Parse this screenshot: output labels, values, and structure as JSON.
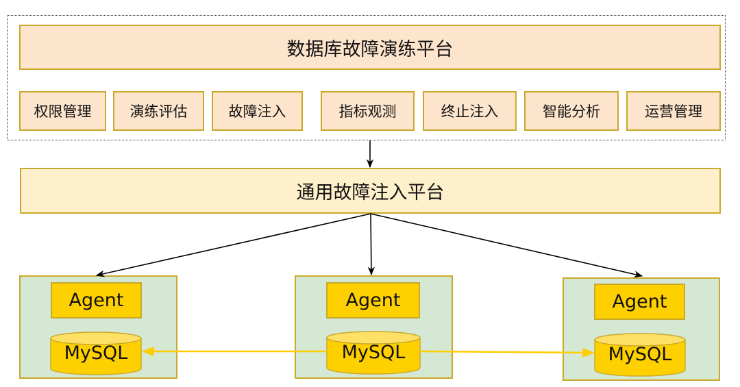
{
  "platform": {
    "title": "数据库故障演练平台",
    "modules": [
      {
        "label": "权限管理"
      },
      {
        "label": "演练评估"
      },
      {
        "label": "故障注入"
      },
      {
        "label": "指标观测"
      },
      {
        "label": "终止注入"
      },
      {
        "label": "智能分析"
      },
      {
        "label": "运营管理"
      }
    ]
  },
  "injection_platform": {
    "title": "通用故障注入平台"
  },
  "nodes": [
    {
      "agent_label": "Agent",
      "db_label": "MySQL"
    },
    {
      "agent_label": "Agent",
      "db_label": "MySQL"
    },
    {
      "agent_label": "Agent",
      "db_label": "MySQL"
    }
  ],
  "colors": {
    "module_fill": "#fde4cc",
    "platform_fill": "#fff0cc",
    "border": "#c9a92a",
    "node_fill": "#d5e8d4",
    "agent_fill": "#ffd000",
    "db_top": "#ffe066",
    "replication_line": "#ffcc00",
    "arrow": "#000000"
  }
}
